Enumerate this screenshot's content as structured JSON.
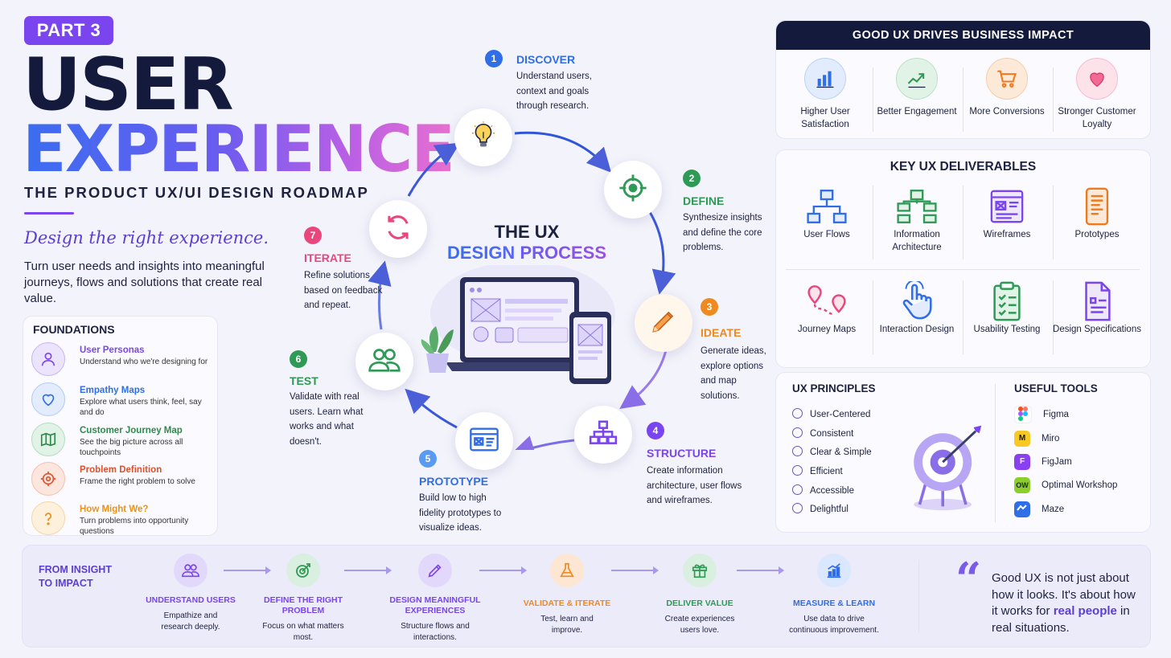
{
  "header": {
    "part_badge": "PART 3",
    "title_line1": "USER",
    "title_line2": "EXPERIENCE",
    "subtitle": "THE PRODUCT UX/UI DESIGN ROADMAP",
    "tagline": "Design the right experience.",
    "intro": "Turn user needs and insights into meaningful journeys, flows and solutions that create real value."
  },
  "foundations": {
    "heading": "FOUNDATIONS",
    "items": [
      {
        "title": "User Personas",
        "desc": "Understand who we're designing for",
        "icon": "person-icon",
        "color": "#7a45ee",
        "bg": "#ece4fd"
      },
      {
        "title": "Empathy Maps",
        "desc": "Explore what users think, feel, say and do",
        "icon": "heart-icon",
        "color": "#2f6ee6",
        "bg": "#e2ecfd"
      },
      {
        "title": "Customer Journey Map",
        "desc": "See the big picture across all touchpoints",
        "icon": "map-icon",
        "color": "#2e8a4c",
        "bg": "#e1f3e6"
      },
      {
        "title": "Problem Definition",
        "desc": "Frame the right problem to solve",
        "icon": "target-icon",
        "color": "#e0502c",
        "bg": "#fde6de"
      },
      {
        "title": "How Might We?",
        "desc": "Turn problems into opportunity questions",
        "icon": "question-icon",
        "color": "#e8931c",
        "bg": "#fdf0dc"
      }
    ]
  },
  "process": {
    "title_line1": "THE UX",
    "title_line2a": "DESIGN ",
    "title_line2b": "PROCESS",
    "steps": [
      {
        "num": "1",
        "title": "DISCOVER",
        "desc": "Understand users, context and goals through research.",
        "color": "#2f6ee6",
        "icon": "lightbulb-icon"
      },
      {
        "num": "2",
        "title": "DEFINE",
        "desc": "Synthesize insights and define the core problems.",
        "color": "#2e9a55",
        "icon": "target-icon"
      },
      {
        "num": "3",
        "title": "IDEATE",
        "desc": "Generate ideas, explore options and map solutions.",
        "color": "#ee8a20",
        "icon": "pencil-icon"
      },
      {
        "num": "4",
        "title": "STRUCTURE",
        "desc": "Create information architecture, user flows and wireframes.",
        "color": "#7a45ee",
        "icon": "sitemap-icon"
      },
      {
        "num": "5",
        "title": "PROTOTYPE",
        "desc": "Build low to high fidelity prototypes to visualize ideas.",
        "color": "#2f6ee6",
        "icon": "browser-icon"
      },
      {
        "num": "6",
        "title": "TEST",
        "desc": "Validate with real users. Learn what works and what doesn't.",
        "color": "#2e9a55",
        "icon": "users-icon"
      },
      {
        "num": "7",
        "title": "ITERATE",
        "desc": "Refine solutions based on feedback and repeat.",
        "color": "#e8467c",
        "icon": "refresh-icon"
      }
    ]
  },
  "business_impact": {
    "heading": "GOOD UX DRIVES BUSINESS IMPACT",
    "items": [
      {
        "label": "Higher User Satisfaction",
        "icon": "bar-chart-icon",
        "color": "#2f6ee6",
        "bg": "#e2ecfd"
      },
      {
        "label": "Better Engagement",
        "icon": "trend-up-icon",
        "color": "#2e9a55",
        "bg": "#e1f3e6"
      },
      {
        "label": "More Conversions",
        "icon": "cart-icon",
        "color": "#ee7a20",
        "bg": "#fde9d8"
      },
      {
        "label": "Stronger Customer Loyalty",
        "icon": "heart-icon",
        "color": "#e8467c",
        "bg": "#fde2ea"
      }
    ]
  },
  "deliverables": {
    "heading": "KEY UX DELIVERABLES",
    "items": [
      {
        "label": "User Flows",
        "icon": "flow-icon",
        "color": "#2f6ee6"
      },
      {
        "label": "Information Architecture",
        "icon": "hierarchy-icon",
        "color": "#2e9a55"
      },
      {
        "label": "Wireframes",
        "icon": "wireframe-icon",
        "color": "#7a45ee"
      },
      {
        "label": "Prototypes",
        "icon": "phone-icon",
        "color": "#ee7a20"
      },
      {
        "label": "Journey Maps",
        "icon": "journey-icon",
        "color": "#e8467c"
      },
      {
        "label": "Interaction Design",
        "icon": "pointer-icon",
        "color": "#2f6ee6"
      },
      {
        "label": "Usability Testing",
        "icon": "checklist-icon",
        "color": "#2e9a55"
      },
      {
        "label": "Design Specifications",
        "icon": "document-icon",
        "color": "#7a45ee"
      }
    ]
  },
  "principles": {
    "heading": "UX PRINCIPLES",
    "items": [
      "User-Centered",
      "Consistent",
      "Clear & Simple",
      "Efficient",
      "Accessible",
      "Delightful"
    ]
  },
  "tools": {
    "heading": "USEFUL TOOLS",
    "items": [
      {
        "name": "Figma",
        "icon": "figma-icon",
        "color": "#1c1c1c"
      },
      {
        "name": "Miro",
        "icon": "miro-icon",
        "color": "#f7c922"
      },
      {
        "name": "FigJam",
        "icon": "figjam-icon",
        "color": "#8a3ff0"
      },
      {
        "name": "Optimal Workshop",
        "icon": "ow-icon",
        "color": "#8ccf2a"
      },
      {
        "name": "Maze",
        "icon": "maze-icon",
        "color": "#2f6ee6"
      }
    ]
  },
  "insight_to_impact": {
    "heading": "FROM INSIGHT TO IMPACT",
    "steps": [
      {
        "label": "UNDERSTAND USERS",
        "desc": "Empathize and research deeply.",
        "color": "#7a45ee",
        "bg": "#e2d8fb",
        "icon": "users-icon"
      },
      {
        "label": "DEFINE THE RIGHT PROBLEM",
        "desc": "Focus on what matters most.",
        "color": "#2e9a55",
        "bg": "#d9efe0",
        "icon": "target-icon"
      },
      {
        "label": "DESIGN MEANINGFUL EXPERIENCES",
        "desc": "Structure flows and interactions.",
        "color": "#7a45ee",
        "bg": "#e2d8fb",
        "icon": "pen-icon"
      },
      {
        "label": "VALIDATE & ITERATE",
        "desc": "Test, learn and improve.",
        "color": "#ee8a20",
        "bg": "#fde6d2",
        "icon": "flask-icon"
      },
      {
        "label": "DELIVER VALUE",
        "desc": "Create experiences users love.",
        "color": "#2e9a55",
        "bg": "#d9efe0",
        "icon": "gift-icon"
      },
      {
        "label": "MEASURE & LEARN",
        "desc": "Use data to drive continuous improvement.",
        "color": "#2f6ee6",
        "bg": "#dbe7fd",
        "icon": "chart-icon"
      }
    ],
    "quote_pre": "Good UX is not just about how it looks. It's about how it works for ",
    "quote_highlight": "real people",
    "quote_post": " in real situations."
  }
}
